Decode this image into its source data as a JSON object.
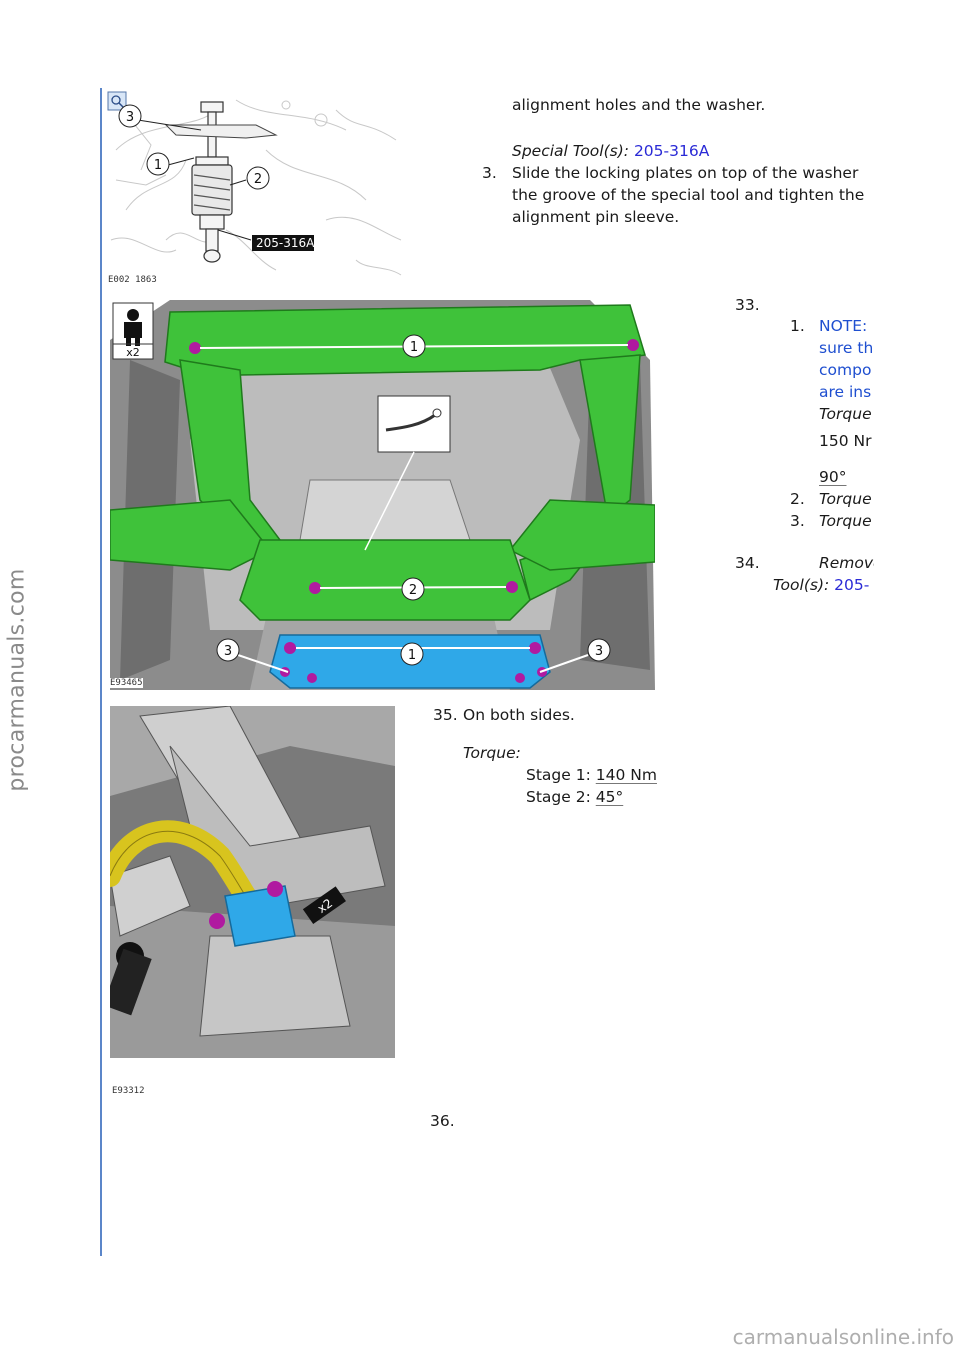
{
  "side_watermark": "procarmanuals.com",
  "bottom_watermark": "carmanualsonline.info",
  "figure1": {
    "code": "E002 1863",
    "tool_label": "205-316A",
    "callouts": [
      "3",
      "1",
      "2"
    ]
  },
  "step32": {
    "cont_line": "alignment holes and the washer.",
    "special_tool_label": "Special Tool(s):",
    "special_tool_value": "205-316A",
    "substep_num": "3.",
    "substep_lines": [
      "Slide the locking plates on top of the washer a",
      "the groove of the special tool and tighten the",
      "alignment pin sleeve."
    ]
  },
  "figure2": {
    "code": "E93465",
    "persons_label": "x2",
    "callouts": [
      "1",
      "2",
      "1",
      "3",
      "3"
    ]
  },
  "step33": {
    "num": "33.",
    "sub1_num": "1.",
    "note_lines": [
      "NOTE:",
      "sure th",
      "compo",
      "are ins"
    ],
    "torque_clip": "Torque",
    "value1": "150 Nr",
    "value2": "90°",
    "sub2_num": "2.",
    "sub2_text": "Torque",
    "sub3_num": "3.",
    "sub3_text": "Torque"
  },
  "step34": {
    "num": "34.",
    "line1": "Remove the S",
    "tool_label": "Tool(s):",
    "tool_value": "205-"
  },
  "figure3": {
    "code": "E93312",
    "count_label": "x2"
  },
  "step35": {
    "num": "35.",
    "text": "On both sides.",
    "torque_label": "Torque:",
    "stage1_label": "Stage 1:",
    "stage1_value": "140 Nm",
    "stage2_label": "Stage 2:",
    "stage2_value": "45°"
  },
  "step36": {
    "num": "36."
  },
  "colors": {
    "rule": "#5b86c9",
    "link": "#2a2ad6",
    "subframe": "#3fc23a",
    "crossmember": "#2fa8e8",
    "stabilizer": "#d8c41e",
    "bolt": "#b01aa0"
  }
}
